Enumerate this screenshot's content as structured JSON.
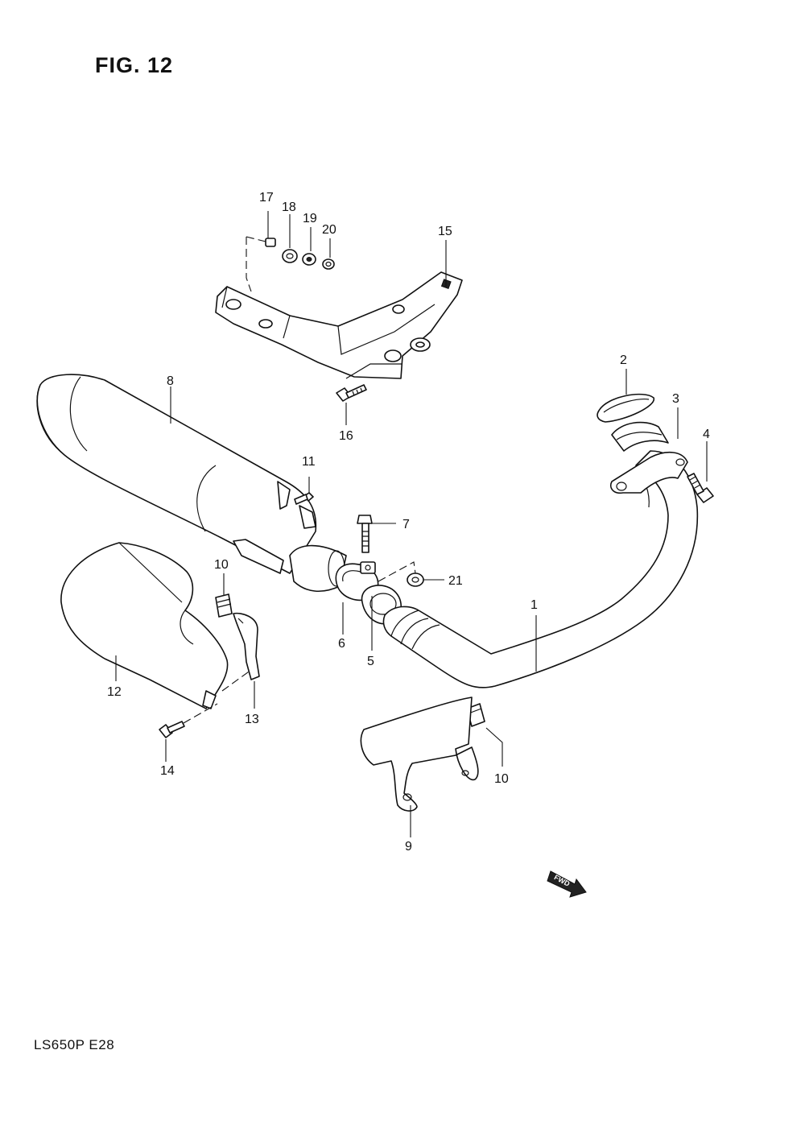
{
  "figure": {
    "title": "FIG. 12",
    "model_code": "LS650P E28"
  },
  "direction_marker": {
    "label": "FWD",
    "icon": "forward-arrow-icon"
  },
  "callouts": {
    "c1": "1",
    "c2": "2",
    "c3": "3",
    "c4": "4",
    "c5": "5",
    "c6": "6",
    "c7": "7",
    "c8": "8",
    "c9": "9",
    "c10a": "10",
    "c10b": "10",
    "c11": "11",
    "c12": "12",
    "c13": "13",
    "c14": "14",
    "c15": "15",
    "c16": "16",
    "c17": "17",
    "c18": "18",
    "c19": "19",
    "c20": "20",
    "c21": "21"
  }
}
